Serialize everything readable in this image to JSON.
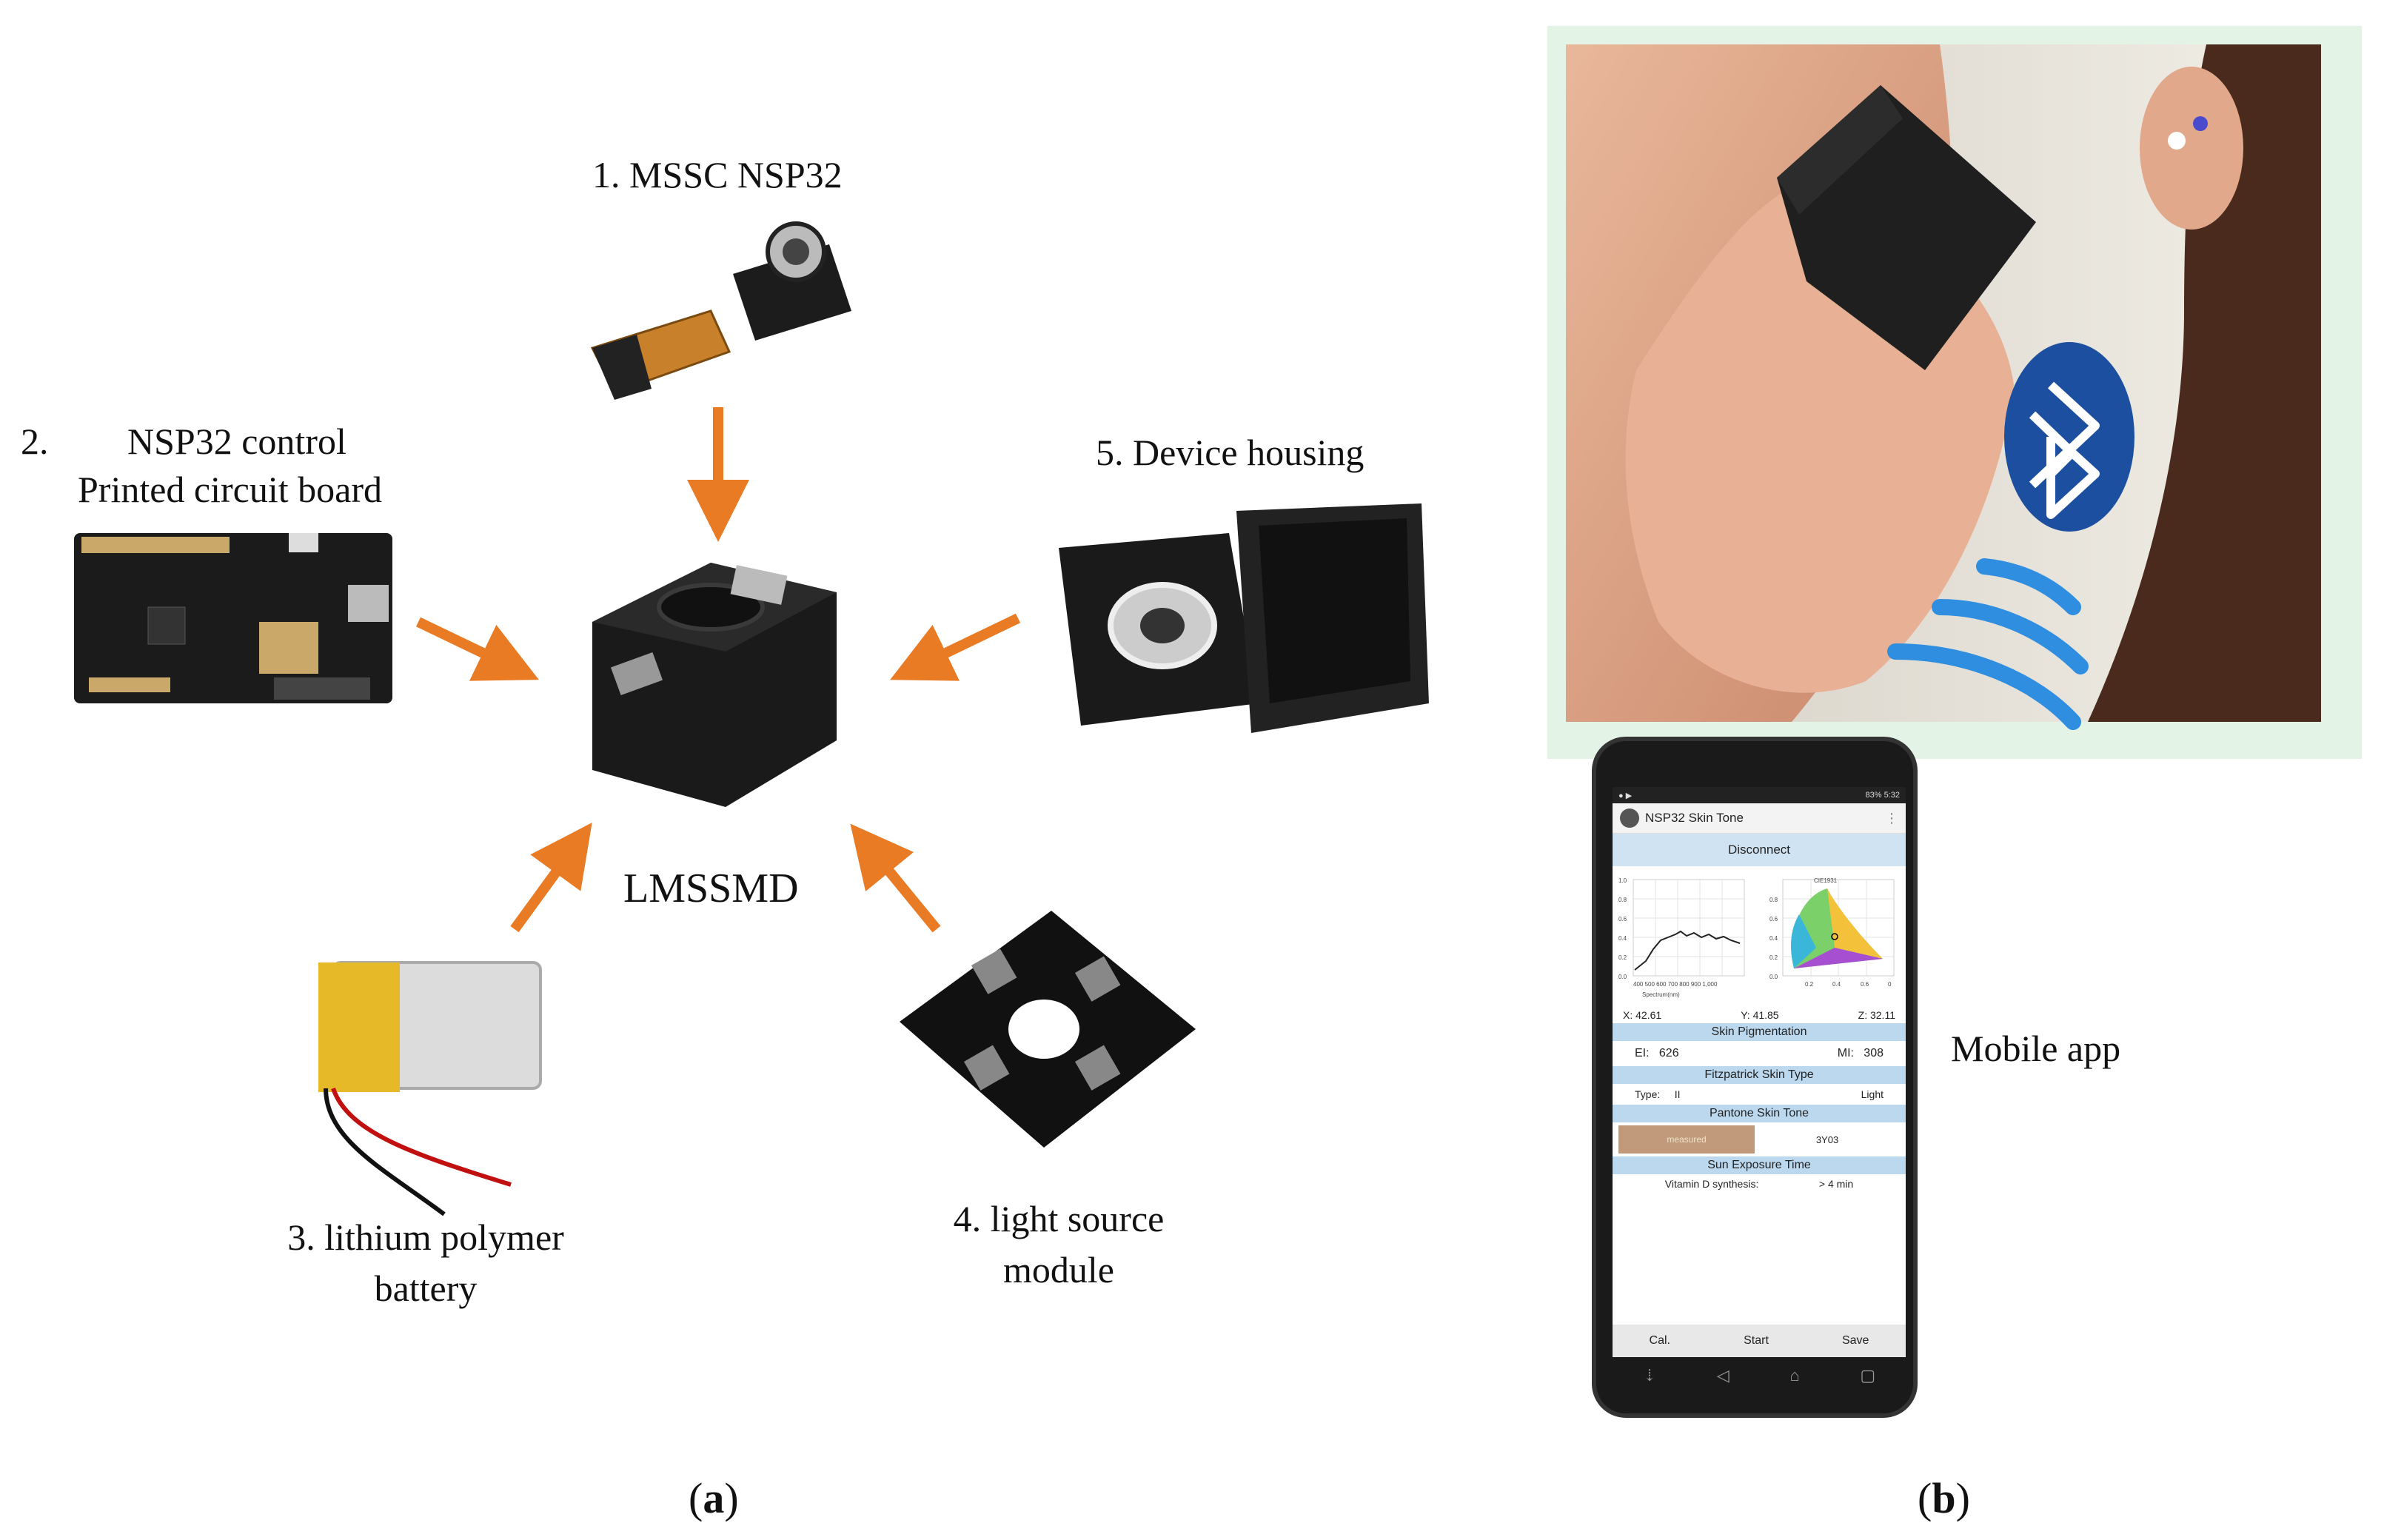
{
  "labels": {
    "c1": "1. MSSC NSP32",
    "c2_num": "2.",
    "c2_line1": "NSP32 control",
    "c2_line2": "Printed circuit board",
    "c3_line1": "3. lithium polymer",
    "c3_line2": "battery",
    "c4_line1": "4. light source",
    "c4_line2": "module",
    "c5": "5. Device housing",
    "center": "LMSSMD",
    "mobile": "Mobile app",
    "panel_a_letter": "a",
    "panel_b_letter": "b"
  },
  "app": {
    "status_right": "83% 5:32",
    "title": "NSP32 Skin Tone",
    "menu_icon": "⋮",
    "connect_button": "Disconnect",
    "spectrum_axis": "Spectrum(nm)",
    "spectrum_ticks_y": [
      "1.0",
      "0.8",
      "0.6",
      "0.4",
      "0.2",
      "0.0"
    ],
    "spectrum_ticks_x": "400 500 600 700 800 900 1,000",
    "cie_label": "CIE1931",
    "cie_ticks_x": [
      "0.2",
      "0.4",
      "0.6",
      "0"
    ],
    "cie_ticks_y": [
      "0.8",
      "0.6",
      "0.4",
      "0.2",
      "0.0"
    ],
    "x_label": "X:",
    "x_value": "42.61",
    "y_label": "Y:",
    "y_value": "41.85",
    "z_label": "Z:",
    "z_value": "32.11",
    "skin_pigmentation": "Skin Pigmentation",
    "ei_label": "EI:",
    "ei_value": "626",
    "mi_label": "MI:",
    "mi_value": "308",
    "fitz_head": "Fitzpatrick Skin Type",
    "type_label": "Type:",
    "type_value": "II",
    "type_desc": "Light",
    "pantone_head": "Pantone Skin Tone",
    "swatch_label": "measured",
    "pantone_value": "3Y03",
    "sun_head": "Sun Exposure Time",
    "vitd_label": "Vitamin D synthesis:",
    "vitd_value": "> 4 min",
    "btn_cal": "Cal.",
    "btn_start": "Start",
    "btn_save": "Save"
  },
  "colors": {
    "arrow": "#e87b24",
    "bluetooth": "#1d4fa0"
  }
}
